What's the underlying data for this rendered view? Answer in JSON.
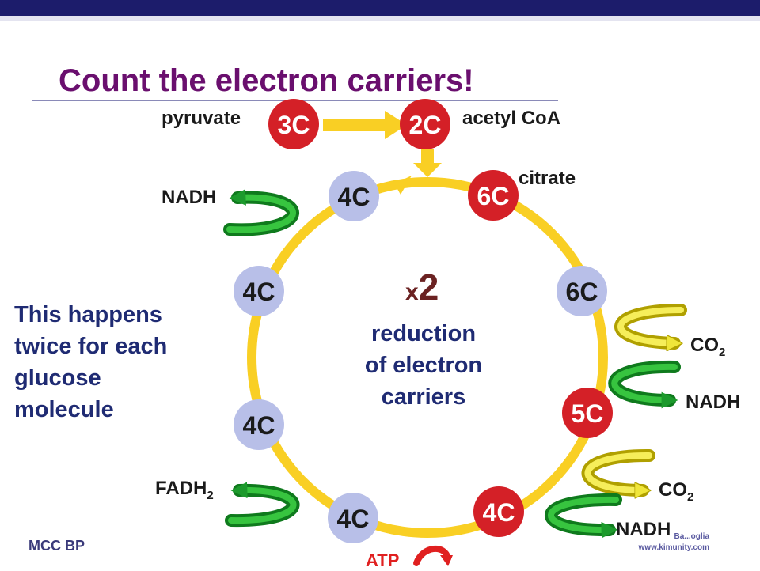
{
  "title": "Count the electron carriers!",
  "labels": {
    "pyruvate": "pyruvate",
    "acetyl_coa": "acetyl CoA",
    "citrate": "citrate",
    "nadh_top_left": "NADH",
    "co2_upper": "CO",
    "co2_upper_sub": "2",
    "nadh_right_mid": "NADH",
    "co2_lower": "CO",
    "co2_lower_sub": "2",
    "nadh_bottom_right": "NADH",
    "fadh2": "FADH",
    "fadh2_sub": "2",
    "atp": "ATP"
  },
  "nodes": {
    "pyruvate": "3C",
    "acetyl_coa": "2C",
    "citrate": "6C",
    "six_c_right": "6C",
    "five_c": "5C",
    "four_c_bottom_right": "4C",
    "four_c_bottom": "4C",
    "four_c_lower_left": "4C",
    "four_c_left": "4C",
    "four_c_top_left": "4C"
  },
  "multiplier": {
    "x": "x",
    "n": "2"
  },
  "center_text": [
    "reduction",
    "of electron",
    "carriers"
  ],
  "side_text": [
    "This happens",
    "twice for each",
    "glucose",
    "molecule"
  ],
  "footer": {
    "left": "MCC BP",
    "right_line1": "Ba...oglia",
    "right_line2": "www.kimunity.com"
  },
  "colors": {
    "cycle": "#f9cf24",
    "red_node": "#d42027",
    "lavender_node": "#b8bfe8",
    "green_arrow": "#1c9a2c",
    "yellow_arrow": "#f0e63a",
    "title": "#6a0f6e",
    "text_blue": "#1f2b73"
  }
}
